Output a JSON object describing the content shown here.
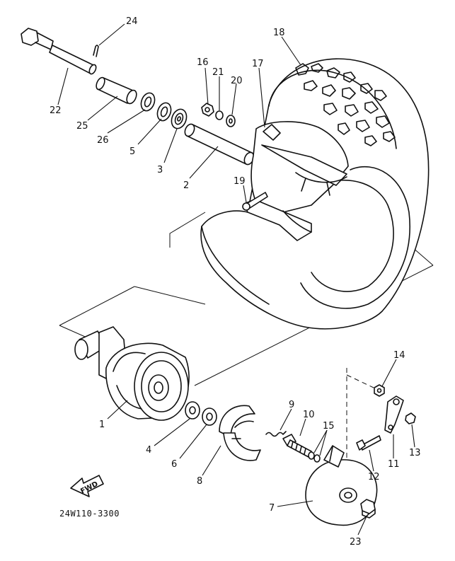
{
  "diagram": {
    "labels": {
      "p1": "1",
      "p2": "2",
      "p3": "3",
      "p4": "4",
      "p5": "5",
      "p6": "6",
      "p7": "7",
      "p8": "8",
      "p9": "9",
      "p10": "10",
      "p11": "11",
      "p12": "12",
      "p13": "13",
      "p14": "14",
      "p15": "15",
      "p16": "16",
      "p17": "17",
      "p18": "18",
      "p19": "19",
      "p20": "20",
      "p21": "21",
      "p22": "22",
      "p23": "23",
      "p24": "24",
      "p25": "25",
      "p26": "26"
    },
    "fwd_label": "FWD",
    "drawing_code": "24W110-3300"
  }
}
